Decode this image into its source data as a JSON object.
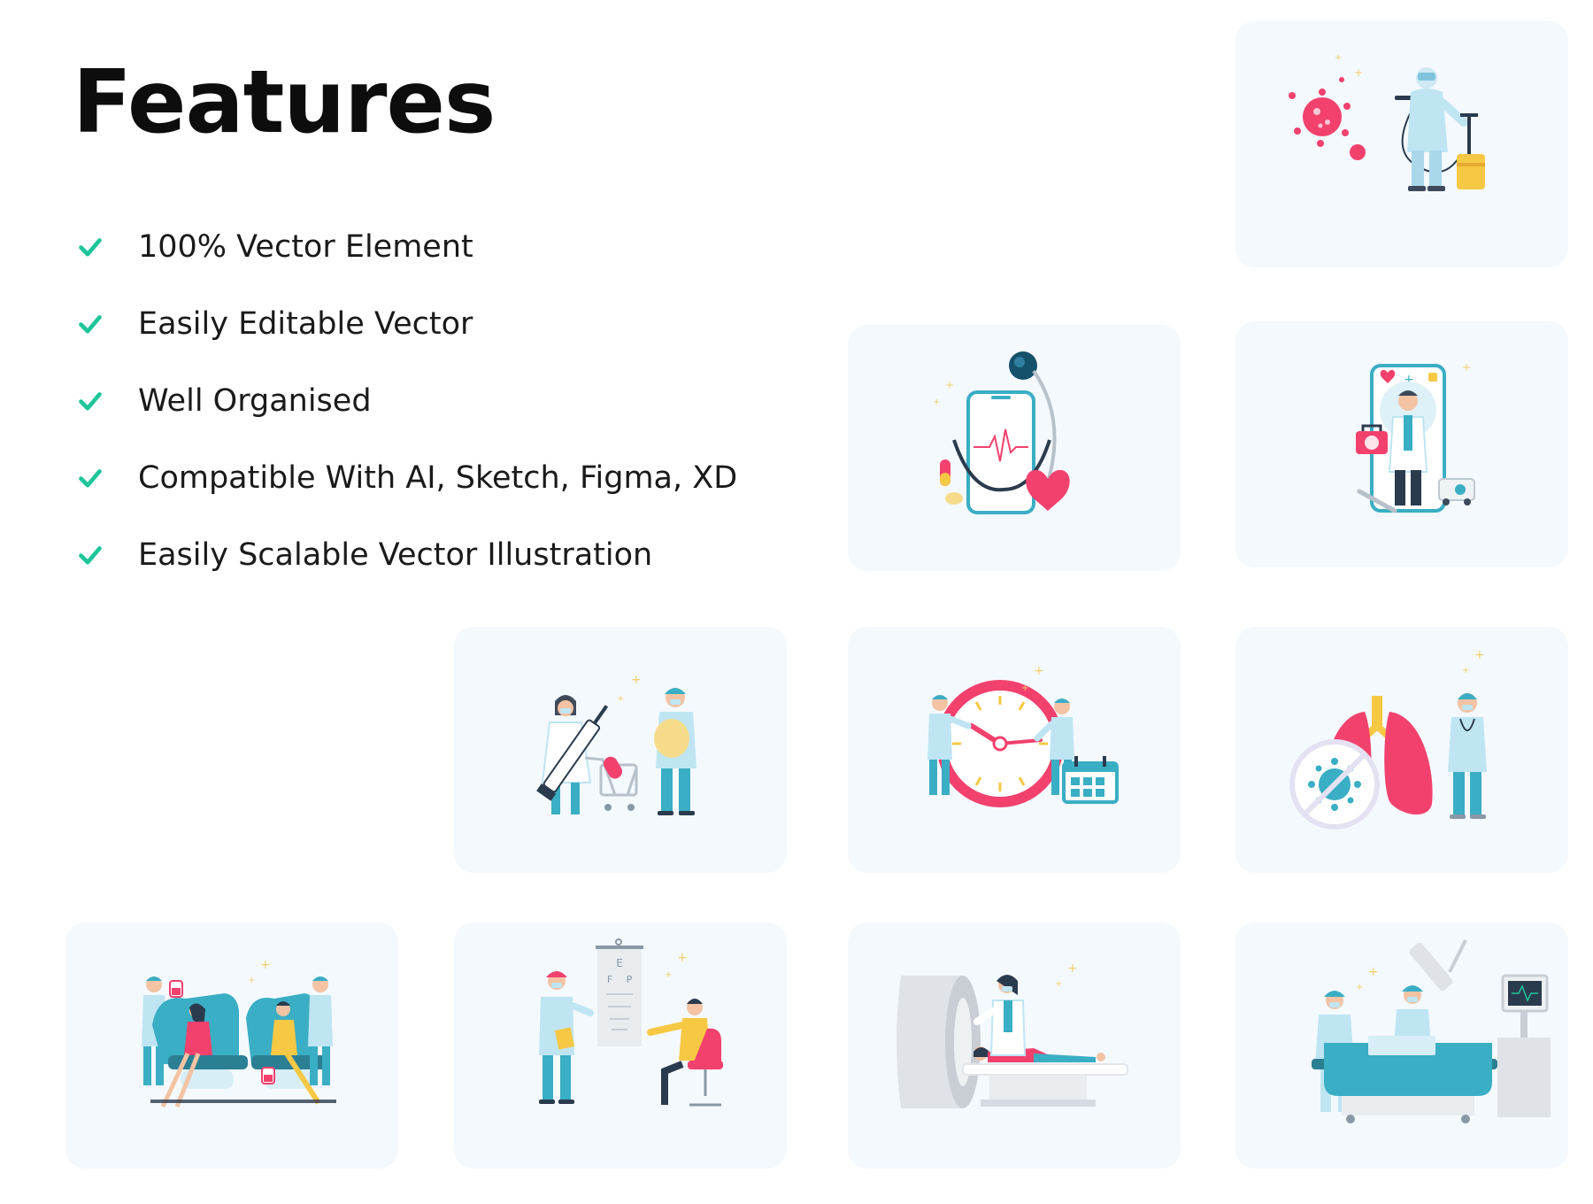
{
  "header": {
    "title": "Features"
  },
  "features": [
    {
      "label": "100% Vector Element"
    },
    {
      "label": "Easily Editable Vector"
    },
    {
      "label": "Well Organised"
    },
    {
      "label": "Compatible With AI, Sketch, Figma, XD"
    },
    {
      "label": "Easily Scalable Vector Illustration"
    }
  ],
  "colors": {
    "check": "#1ec59a",
    "card_bg": "#f4f9fe",
    "accent_pink": "#f2416d",
    "accent_teal": "#3aaec4",
    "scrubs_light": "#bfe5f3",
    "yellow": "#f6c844"
  },
  "illustrations": [
    {
      "icon": "virus-disinfection-icon"
    },
    {
      "icon": "phone-stethoscope-icon"
    },
    {
      "icon": "online-doctor-icon"
    },
    {
      "icon": "vaccine-shopping-icon"
    },
    {
      "icon": "clock-appointment-icon"
    },
    {
      "icon": "lungs-virus-icon"
    },
    {
      "icon": "blood-donation-icon"
    },
    {
      "icon": "eye-test-icon"
    },
    {
      "icon": "mri-scan-icon"
    },
    {
      "icon": "surgery-icon"
    }
  ],
  "eye_chart": {
    "letters": [
      "E",
      "F",
      "P"
    ]
  }
}
